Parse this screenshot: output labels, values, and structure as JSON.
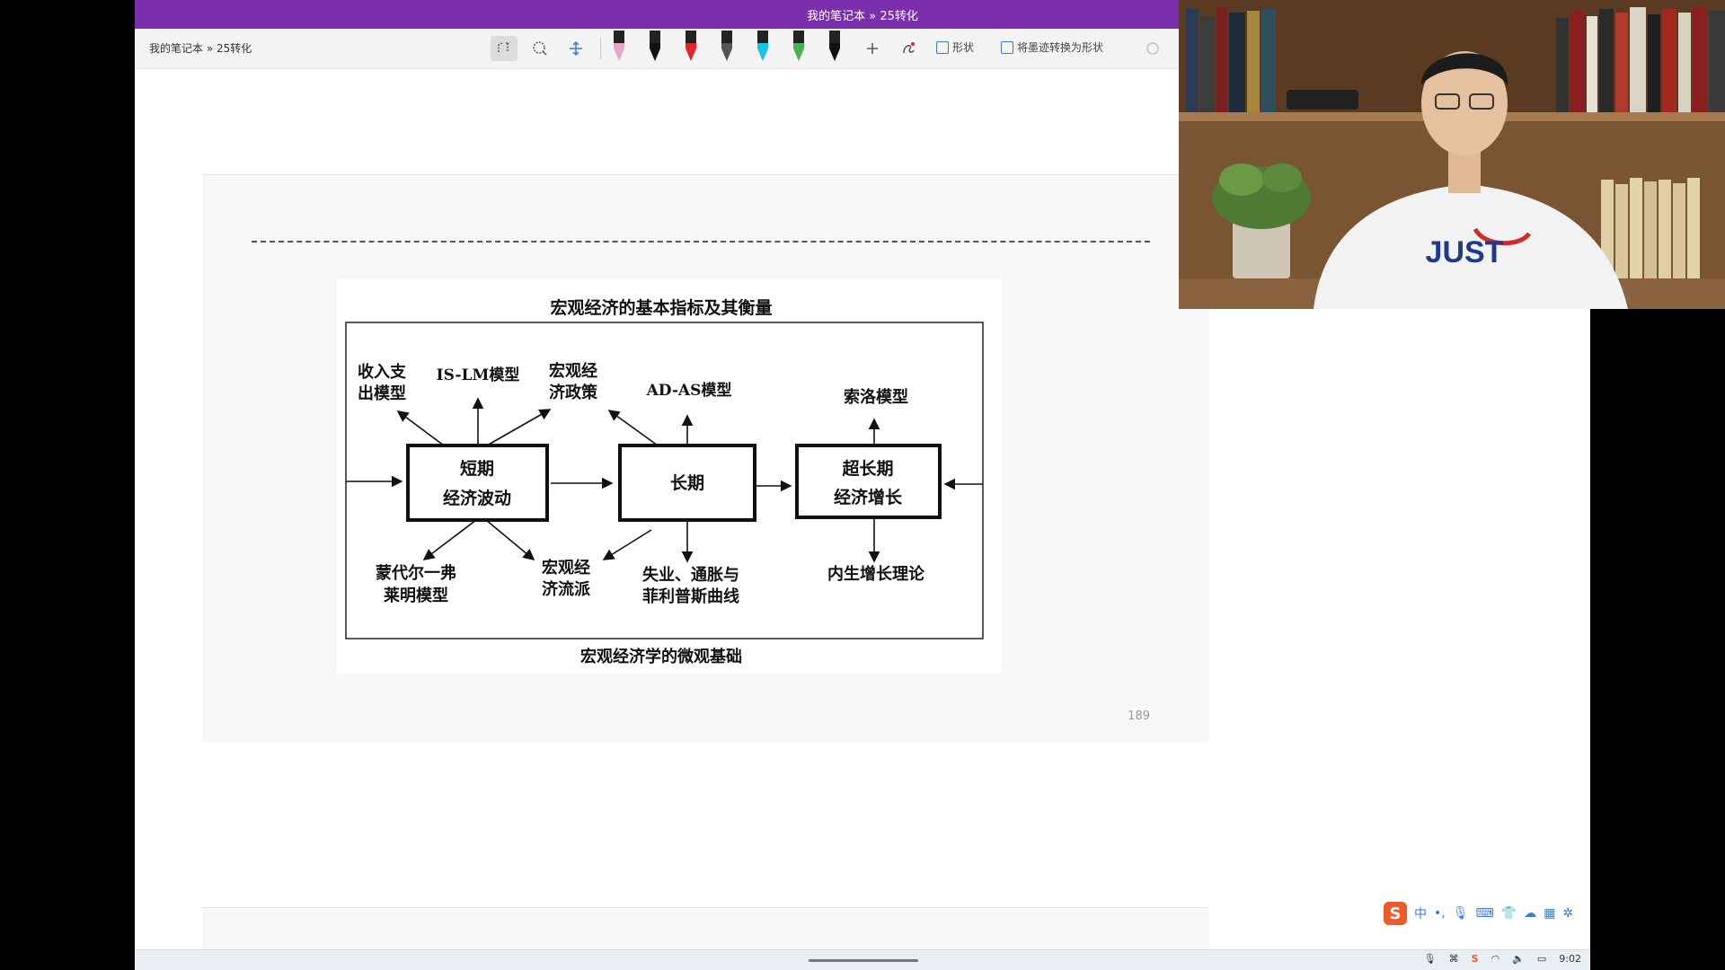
{
  "window": {
    "title": "我的笔记本 » 25转化",
    "breadcrumb": "我的笔记本 » 25转化"
  },
  "toolbar": {
    "icons": [
      "lasso-select-icon",
      "ink-eraser-icon",
      "insert-space-icon",
      "plus-icon",
      "ink-to-text-icon"
    ],
    "shapes_label": "形状",
    "convert_label": "将墨迹转换为形状",
    "pens": [
      {
        "color": "#e8a6c9"
      },
      {
        "color": "#111111"
      },
      {
        "color": "#e0262b"
      },
      {
        "color": "#555555"
      },
      {
        "color": "#19c4e8"
      },
      {
        "color": "#4caf50"
      },
      {
        "color": "#111111"
      }
    ]
  },
  "figure": {
    "title": "宏观经济的基本指标及其衡量",
    "bottom_label": "宏观经济学的微观基础",
    "boxes": {
      "short_term": [
        "短期",
        "经济波动"
      ],
      "long_term": "长期",
      "super_long_term": [
        "超长期",
        "经济增长"
      ]
    },
    "labels": {
      "income_expenditure": [
        "收入支",
        "出模型"
      ],
      "is_lm": "IS-LM模型",
      "macro_policy": [
        "宏观经",
        "济政策"
      ],
      "ad_as": "AD-AS模型",
      "solow": "索洛模型",
      "mundell_fleming": [
        "蒙代尔一弗",
        "莱明模型"
      ],
      "macro_schools": [
        "宏观经",
        "济流派"
      ],
      "unemployment": [
        "失业、通胀与",
        "菲利普斯曲线"
      ],
      "endogenous_growth": "内生增长理论"
    }
  },
  "page_number": "189",
  "ime": {
    "logo": "S",
    "lang": "中",
    "icons": [
      "punctuation-icon",
      "microphone-icon",
      "keyboard-icon",
      "skin-icon",
      "cloud-icon",
      "apps-icon",
      "settings-icon"
    ]
  },
  "taskbar": {
    "time": "9:02",
    "icons": [
      "microphone-icon",
      "input-icon",
      "sogou-icon",
      "wifi-icon",
      "volume-icon",
      "battery-icon"
    ]
  },
  "webcam": {
    "shirt_text": "JUST"
  }
}
